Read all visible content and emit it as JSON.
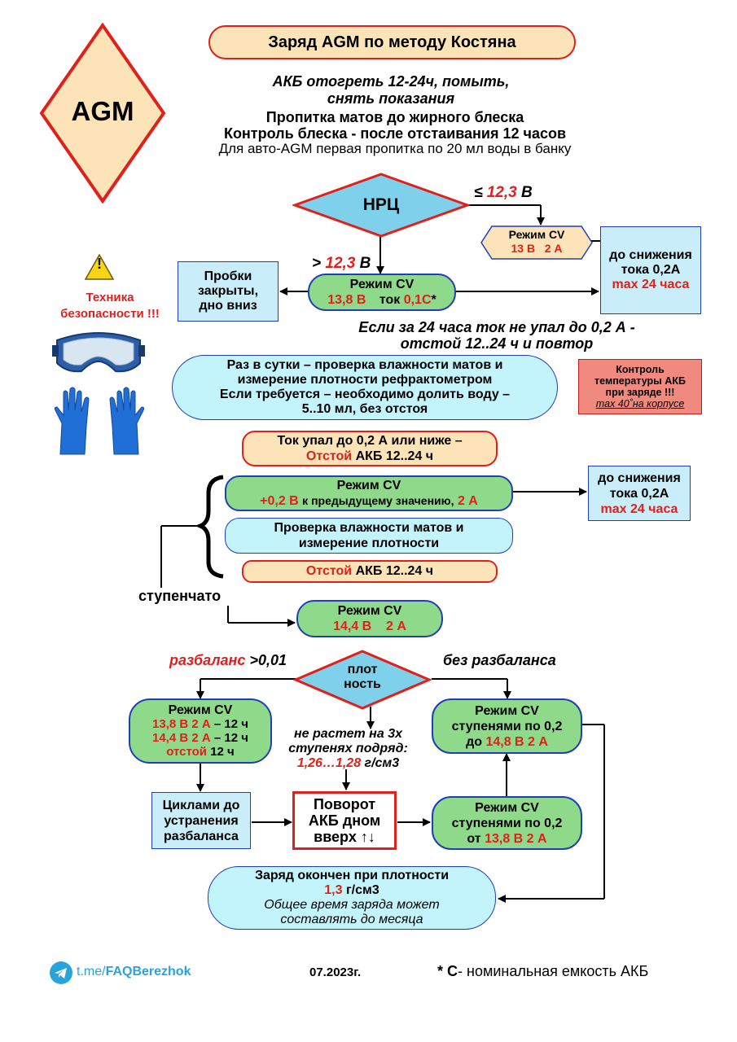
{
  "agm_label": "AGM",
  "title": "Заряд AGM по методу Костяна",
  "intro": {
    "line1": "АКБ отогреть 12-24ч, помыть,",
    "line2": "снять показания",
    "line3": "Пропитка матов до жирного блеска",
    "line4": "Контроль блеска - после отстаивания 12 часов",
    "line5": "Для авто-AGM первая пропитка по 20 мл воды в банку"
  },
  "nrc": {
    "label": "НРЦ",
    "le_sign": "≤",
    "le_value": "12,3",
    "le_unit": "В",
    "gt_sign": ">",
    "gt_value": "12,3",
    "gt_unit": "В"
  },
  "cv_low": {
    "title": "Режим CV",
    "values": "13 В   2 А"
  },
  "until_top": {
    "line1": "до снижения",
    "line2": "тока 0,2А",
    "line3": "max 24 часа"
  },
  "plugs": {
    "line1": "Пробки",
    "line2": "закрыты,",
    "line3": "дно вниз"
  },
  "cv_main": {
    "title": "Режим CV",
    "voltage": "13,8 В",
    "current_label": "ток",
    "current": "0,1С",
    "star": "*"
  },
  "note24": {
    "line1": "Если за 24 часа ток не упал до 0,2 А -",
    "line2": "отстой 12..24 ч и повтор"
  },
  "safety": {
    "warn": "!",
    "line1": "Техника",
    "line2": "безопасности !!!"
  },
  "daily": {
    "line1": "Раз в сутки – проверка влажности матов и",
    "line2": "измерение плотности рефрактометром",
    "line3": "Если требуется – необходимо долить воду –",
    "line4": "5..10 мл, без отстоя"
  },
  "temp": {
    "line1": "Контроль",
    "line2": "температуры АКБ",
    "line3": "при заряде !!!",
    "line4": "max 40˚на корпусе"
  },
  "current_drop": {
    "line1": "Ток упал до 0,2 А или ниже –",
    "otstoy": "Отстой",
    "rest": "АКБ 12..24 ч"
  },
  "step_cv": {
    "title": "Режим CV",
    "plus": "+0,2 В",
    "middle": "к предыдущему значению,",
    "amp": "2 А"
  },
  "until_mid": {
    "line1": "до снижения",
    "line2": "тока 0,2А",
    "line3": "max 24 часа"
  },
  "check_moist": {
    "line1": "Проверка влажности матов и",
    "line2": "измерение плотности"
  },
  "otstoy2": {
    "otstoy": "Отстой",
    "rest": "АКБ 12..24 ч"
  },
  "stepwise": "ступенчато",
  "cv144": {
    "title": "Режим CV",
    "values": "14,4 В    2 А"
  },
  "imbalance": {
    "word": "разбаланс",
    "value": ">0,01"
  },
  "no_imbalance": "без разбаланса",
  "density": {
    "line1": "плот",
    "line2": "ность"
  },
  "cv_left": {
    "title": "Режим CV",
    "r1_values": "13,8 В  2 А",
    "r1_time": "– 12 ч",
    "r2_values": "14,4 В  2 А",
    "r2_time": "– 12 ч",
    "r3_word": "отстой",
    "r3_time": "12 ч"
  },
  "no_growth": {
    "line1": "не растет на 3х",
    "line2": "ступенях подряд:",
    "range": "1,26…1,28",
    "unit": "г/см3"
  },
  "cv_right_top": {
    "line1": "Режим CV",
    "line2": "ступенями по 0,2",
    "prefix": "до",
    "values": "14,8 В  2 А"
  },
  "cycles": {
    "line1": "Циклами до",
    "line2": "устранения",
    "line3": "разбаланса"
  },
  "rotate": {
    "line1": "Поворот",
    "line2": "АКБ дном",
    "line3": "вверх ↑↓"
  },
  "cv_right_bottom": {
    "line1": "Режим CV",
    "line2": "ступенями по 0,2",
    "prefix": "от",
    "values": "13,8 В  2 А"
  },
  "finish": {
    "line1": "Заряд окончен при плотности",
    "value": "1,3",
    "unit": "г/см3",
    "line3": "Общее время заряда может",
    "line4": "составлять до месяца"
  },
  "footer": {
    "link_prefix": "t.me/",
    "link_name": "FAQBerezhok",
    "date": "07.2023г.",
    "note_mark": "* С",
    "note_text": "- номинальная емкость АКБ"
  },
  "colors": {
    "red": "#e0201b",
    "blue_border": "#1f3fb8",
    "green_fill": "#8fd98a",
    "orange_fill": "#fde4b8",
    "cyan_fill": "#c3f3fb",
    "diamond_fill": "#7fd0ea"
  },
  "icons": [
    "warning-icon",
    "goggles-icon",
    "gloves-icon",
    "telegram-icon"
  ]
}
